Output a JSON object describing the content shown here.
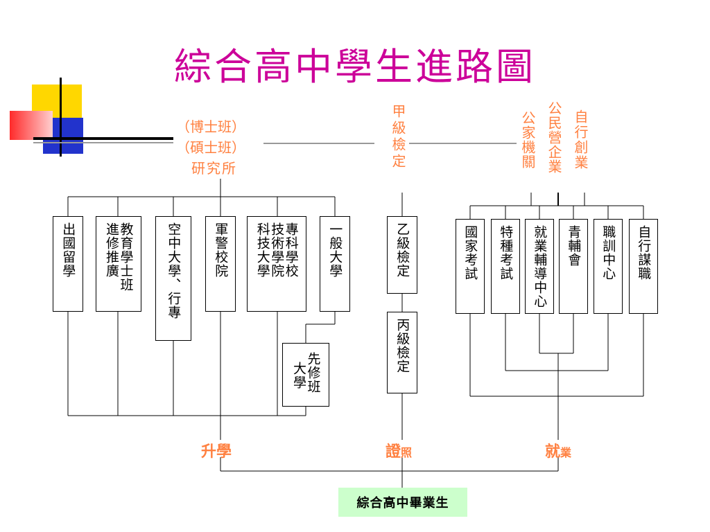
{
  "title": "綜合高中學生進路圖",
  "grad_root": "綜合高中畢業生",
  "categories": {
    "study": "升學",
    "cert_main": "證",
    "cert_sub": "照",
    "job_main": "就",
    "job_sub": "業"
  },
  "top_labels": {
    "phd": "（博士班）",
    "master": "（碩士班）",
    "institute": "研究所",
    "class_a": "甲級檢定",
    "public": "公家機關",
    "private": "公民營企業",
    "self": "自行創業"
  },
  "study_boxes": [
    {
      "name": "overseas",
      "text": "出國留學"
    },
    {
      "name": "extension",
      "col1": "進修推廣",
      "col2": "教育學士班"
    },
    {
      "name": "open-univ",
      "text": "空中大學、行專"
    },
    {
      "name": "military",
      "text": "軍警校院"
    },
    {
      "name": "tech",
      "col1": "科技大學",
      "col2": "技術學院",
      "col3": "專科學校"
    },
    {
      "name": "general-univ",
      "text": "一般大學"
    }
  ],
  "advance": {
    "col1": "大學",
    "col2": "先修班"
  },
  "cert_boxes": [
    "乙級檢定",
    "丙級檢定"
  ],
  "job_boxes": [
    "國家考試",
    "特種考試",
    "就業輔導中心",
    "青輔會",
    "職訓中心",
    "自行謀職"
  ],
  "colors": {
    "title": "#cc0099",
    "label": "#ff8040",
    "grad_bg": "#ccffcc"
  }
}
